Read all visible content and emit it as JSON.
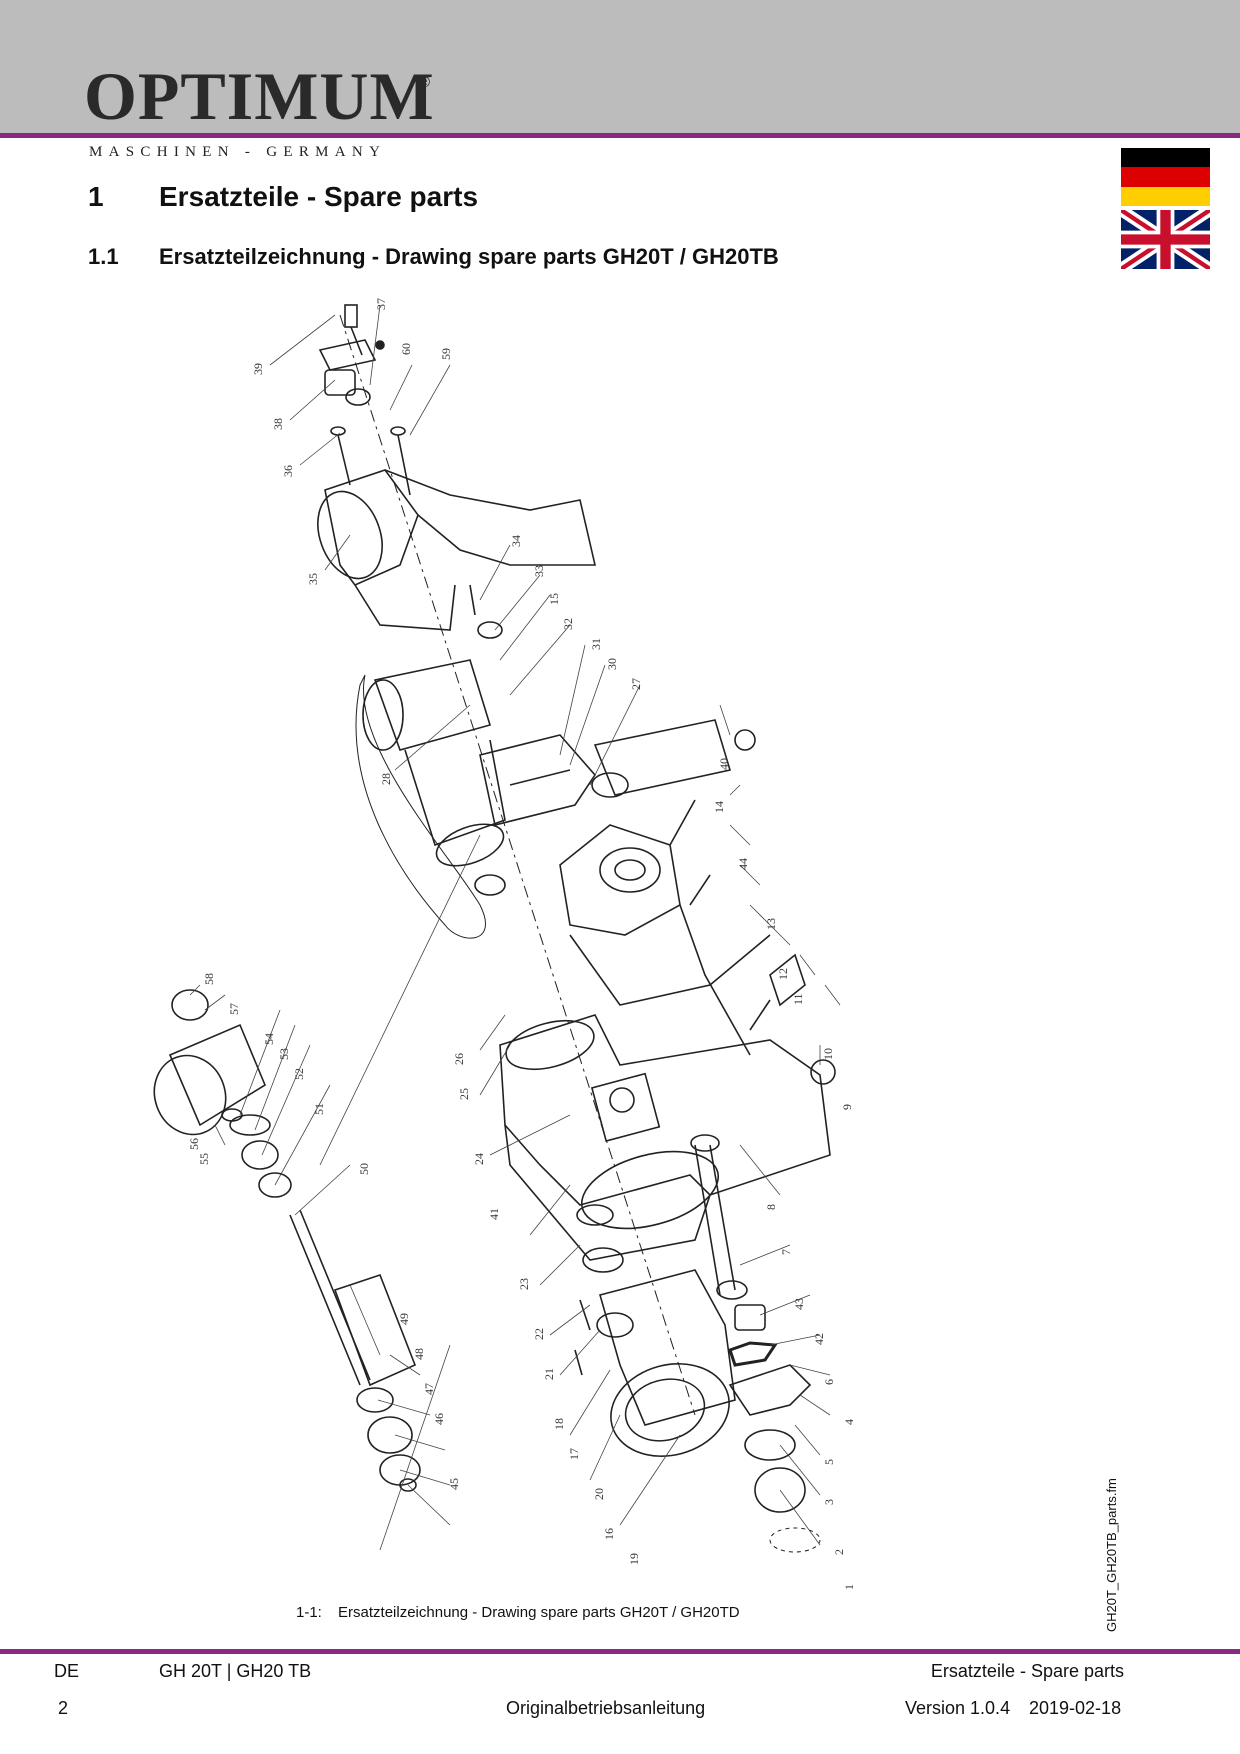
{
  "header": {
    "logo_text": "OPTIMUM",
    "logo_registered": "®",
    "logo_subtitle": "MASCHINEN - GERMANY",
    "accent_color": "#8a2a7e",
    "band_color": "#bcbcbc",
    "flags": [
      "flag-germany-icon",
      "flag-united-kingdom-icon"
    ]
  },
  "section": {
    "number": "1",
    "title": "Ersatzteile - Spare parts",
    "subsection_number": "1.1",
    "subsection_title": "Ersatzteilzeichnung - Drawing spare parts GH20T / GH20TB"
  },
  "drawing": {
    "part_numbers": [
      "1",
      "2",
      "3",
      "4",
      "5",
      "6",
      "7",
      "8",
      "9",
      "10",
      "11",
      "12",
      "13",
      "14",
      "15",
      "16",
      "17",
      "18",
      "19",
      "20",
      "21",
      "22",
      "23",
      "24",
      "25",
      "26",
      "27",
      "28",
      "30",
      "31",
      "32",
      "33",
      "34",
      "35",
      "36",
      "37",
      "38",
      "39",
      "40",
      "41",
      "42",
      "43",
      "44",
      "45",
      "46",
      "47",
      "48",
      "49",
      "50",
      "51",
      "52",
      "53",
      "54",
      "55",
      "56",
      "57",
      "58",
      "59",
      "60"
    ]
  },
  "figure": {
    "number": "1-1:",
    "caption": "Ersatzteilzeichnung - Drawing spare parts GH20T / GH20TD"
  },
  "side_filename": "GH20T_GH20TB_parts.fm",
  "footer": {
    "language": "DE",
    "model": "GH 20T | GH20 TB",
    "chapter": "Ersatzteile - Spare parts",
    "page": "2",
    "doc_type": "Originalbetriebsanleitung",
    "version": "Version 1.0.4",
    "date": "2019-02-18"
  }
}
